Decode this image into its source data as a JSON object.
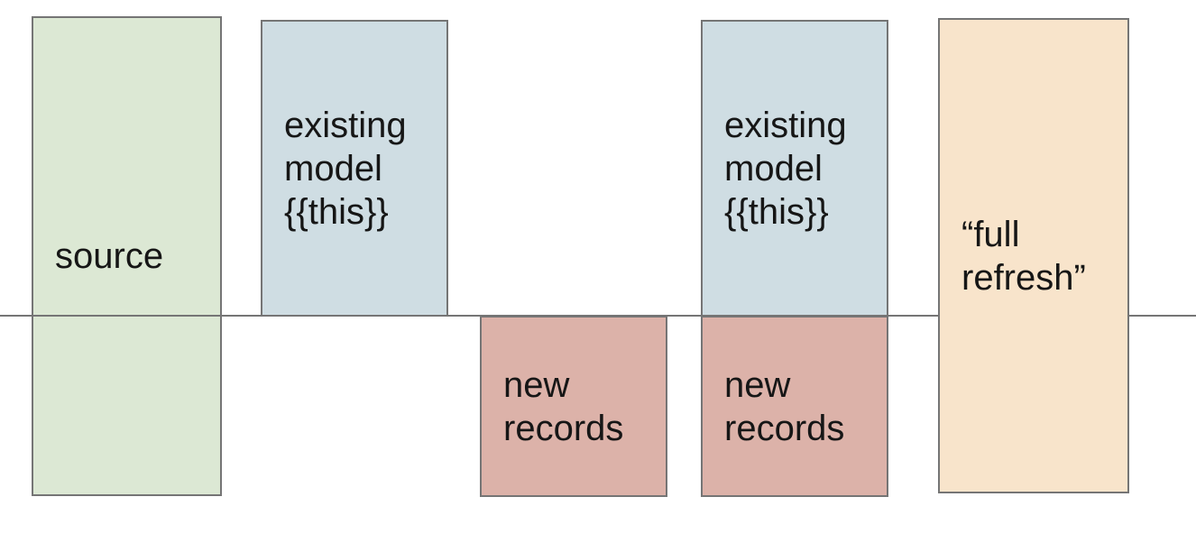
{
  "diagram": {
    "background_color": "#ffffff",
    "border_color": "#757575",
    "text_color": "#161616",
    "baseline": {
      "color": "#757575",
      "description": "horizontal divider line spanning full width"
    },
    "boxes": [
      {
        "id": "source",
        "label": "source",
        "fill": "#dce8d4",
        "position": "left column, spans above and below the line"
      },
      {
        "id": "existing-model-1",
        "label": "existing\nmodel\n{{this}}",
        "fill": "#cfdde3",
        "position": "second column, above the line"
      },
      {
        "id": "new-records-1",
        "label": "new\nrecords",
        "fill": "#dcb2a9",
        "position": "third column, below the line"
      },
      {
        "id": "existing-model-2",
        "label": "existing\nmodel\n{{this}}",
        "fill": "#cfdde3",
        "position": "fourth column, above the line"
      },
      {
        "id": "new-records-2",
        "label": "new\nrecords",
        "fill": "#dcb2a9",
        "position": "fourth column, below the line"
      },
      {
        "id": "full-refresh",
        "label": "“full\nrefresh”",
        "fill": "#f8e4cb",
        "position": "right column, spans above and below the line, covers the line"
      }
    ]
  }
}
